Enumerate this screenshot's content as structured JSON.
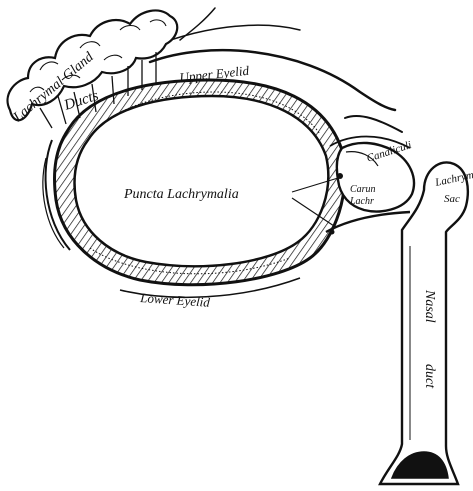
{
  "labels": {
    "lachrymal_gland": "Lachrymal Gland",
    "ducts": "Ducts",
    "upper_eyelid": "Upper Eyelid",
    "puncta_lachrymalia": "Puncta Lachrymalia",
    "canaliculi": "Canaliculi",
    "caruncula_lachrymalis_line1": "Carun",
    "caruncula_lachrymalis_line2": "Lachr",
    "lachrymal_sac_line1": "Lachrym",
    "lachrymal_sac_line2": "Sac",
    "lower_eyelid": "Lower Eyelid",
    "nasal_duct_line1": "Nasal",
    "nasal_duct_line2": "duct"
  },
  "colors": {
    "ink": "#111111",
    "paper": "#ffffff"
  }
}
